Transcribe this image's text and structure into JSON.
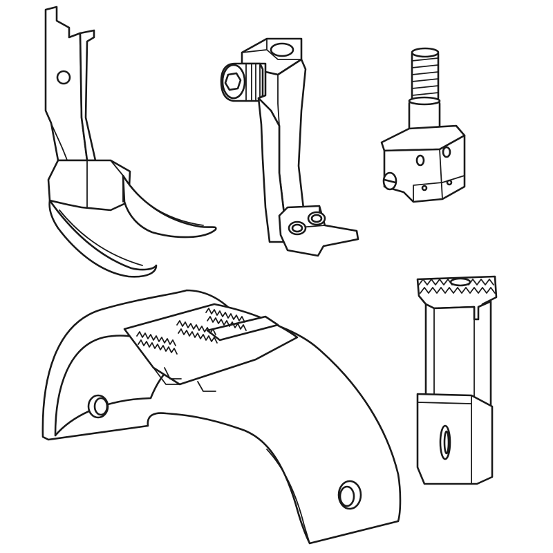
{
  "illustration": {
    "background_color": "#ffffff",
    "line_color": "#1a1a1a",
    "parts": [
      {
        "id": "hinged-presser-foot"
      },
      {
        "id": "compensating-presser-foot"
      },
      {
        "id": "needle-clamp"
      },
      {
        "id": "arched-feed-dog"
      },
      {
        "id": "narrow-feed-dog"
      }
    ]
  }
}
